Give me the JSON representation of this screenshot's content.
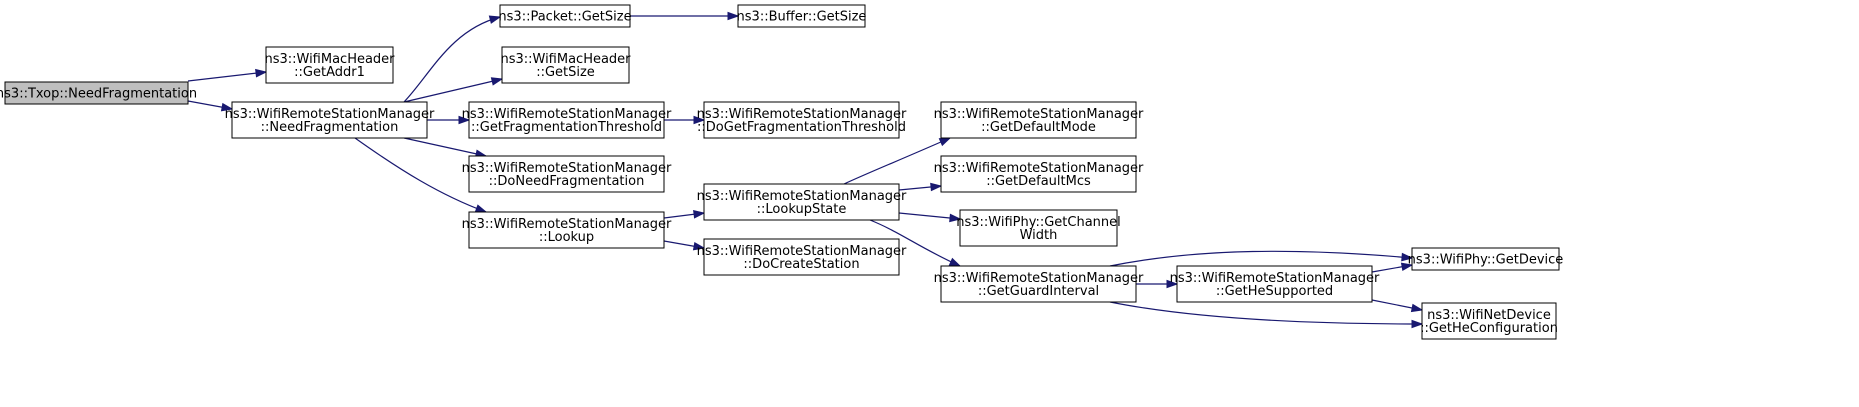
{
  "nodes": [
    {
      "id": "n0",
      "lines": [
        "ns3::Txop::NeedFragmentation"
      ],
      "highlighted": true
    },
    {
      "id": "n1",
      "lines": [
        "ns3::WifiMacHeader",
        "::GetAddr1"
      ]
    },
    {
      "id": "n2",
      "lines": [
        "ns3::WifiRemoteStationManager",
        "::NeedFragmentation"
      ]
    },
    {
      "id": "n3",
      "lines": [
        "ns3::Packet::GetSize"
      ]
    },
    {
      "id": "n4",
      "lines": [
        "ns3::WifiMacHeader",
        "::GetSize"
      ]
    },
    {
      "id": "n5",
      "lines": [
        "ns3::WifiRemoteStationManager",
        "::GetFragmentationThreshold"
      ]
    },
    {
      "id": "n6",
      "lines": [
        "ns3::WifiRemoteStationManager",
        "::DoNeedFragmentation"
      ]
    },
    {
      "id": "n7",
      "lines": [
        "ns3::WifiRemoteStationManager",
        "::Lookup"
      ]
    },
    {
      "id": "n8",
      "lines": [
        "ns3::Buffer::GetSize"
      ]
    },
    {
      "id": "n9",
      "lines": [
        "ns3::WifiRemoteStationManager",
        "::DoGetFragmentationThreshold"
      ]
    },
    {
      "id": "n10",
      "lines": [
        "ns3::WifiRemoteStationManager",
        "::LookupState"
      ]
    },
    {
      "id": "n11",
      "lines": [
        "ns3::WifiRemoteStationManager",
        "::DoCreateStation"
      ]
    },
    {
      "id": "n12",
      "lines": [
        "ns3::WifiRemoteStationManager",
        "::GetDefaultMode"
      ]
    },
    {
      "id": "n13",
      "lines": [
        "ns3::WifiRemoteStationManager",
        "::GetDefaultMcs"
      ]
    },
    {
      "id": "n14",
      "lines": [
        "ns3::WifiPhy::GetChannel",
        "Width"
      ]
    },
    {
      "id": "n15",
      "lines": [
        "ns3::WifiRemoteStationManager",
        "::GetGuardInterval"
      ]
    },
    {
      "id": "n16",
      "lines": [
        "ns3::WifiRemoteStationManager",
        "::GetHeSupported"
      ]
    },
    {
      "id": "n17",
      "lines": [
        "ns3::WifiPhy::GetDevice"
      ]
    },
    {
      "id": "n18",
      "lines": [
        "ns3::WifiNetDevice",
        "::GetHeConfiguration"
      ]
    }
  ],
  "edges": [
    {
      "from": "n0",
      "to": "n1"
    },
    {
      "from": "n0",
      "to": "n2"
    },
    {
      "from": "n2",
      "to": "n3"
    },
    {
      "from": "n2",
      "to": "n4"
    },
    {
      "from": "n2",
      "to": "n5"
    },
    {
      "from": "n2",
      "to": "n6"
    },
    {
      "from": "n2",
      "to": "n7"
    },
    {
      "from": "n3",
      "to": "n8"
    },
    {
      "from": "n5",
      "to": "n9"
    },
    {
      "from": "n7",
      "to": "n10"
    },
    {
      "from": "n7",
      "to": "n11"
    },
    {
      "from": "n10",
      "to": "n12"
    },
    {
      "from": "n10",
      "to": "n13"
    },
    {
      "from": "n10",
      "to": "n14"
    },
    {
      "from": "n10",
      "to": "n15"
    },
    {
      "from": "n15",
      "to": "n16"
    },
    {
      "from": "n15",
      "to": "n17"
    },
    {
      "from": "n15",
      "to": "n18"
    },
    {
      "from": "n16",
      "to": "n17"
    },
    {
      "from": "n16",
      "to": "n18"
    }
  ],
  "colors": {
    "edge": "#191970",
    "highlighted_node_fill": "#bfbfbf",
    "node_border": "#000000"
  }
}
